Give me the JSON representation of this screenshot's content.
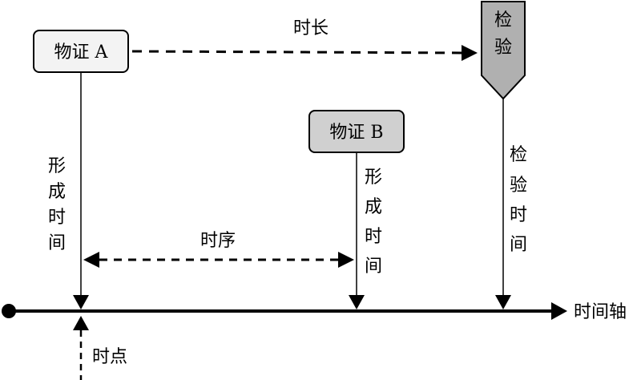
{
  "evidence_a": {
    "label": "物证 A",
    "fill": "#f3f3f3",
    "form_time_chars": [
      "形",
      "成",
      "时",
      "间"
    ]
  },
  "evidence_b": {
    "label": "物证 B",
    "fill": "#d0d0d0",
    "form_time_chars": [
      "形",
      "成",
      "时",
      "间"
    ]
  },
  "inspection": {
    "label_chars": [
      "检",
      "验"
    ],
    "fill": "#b0b0b0",
    "time_chars": [
      "检",
      "验",
      "时",
      "间"
    ]
  },
  "duration_label": "时长",
  "sequence_label": "时序",
  "timeline_label": "时间轴",
  "time_point_label": "时点"
}
